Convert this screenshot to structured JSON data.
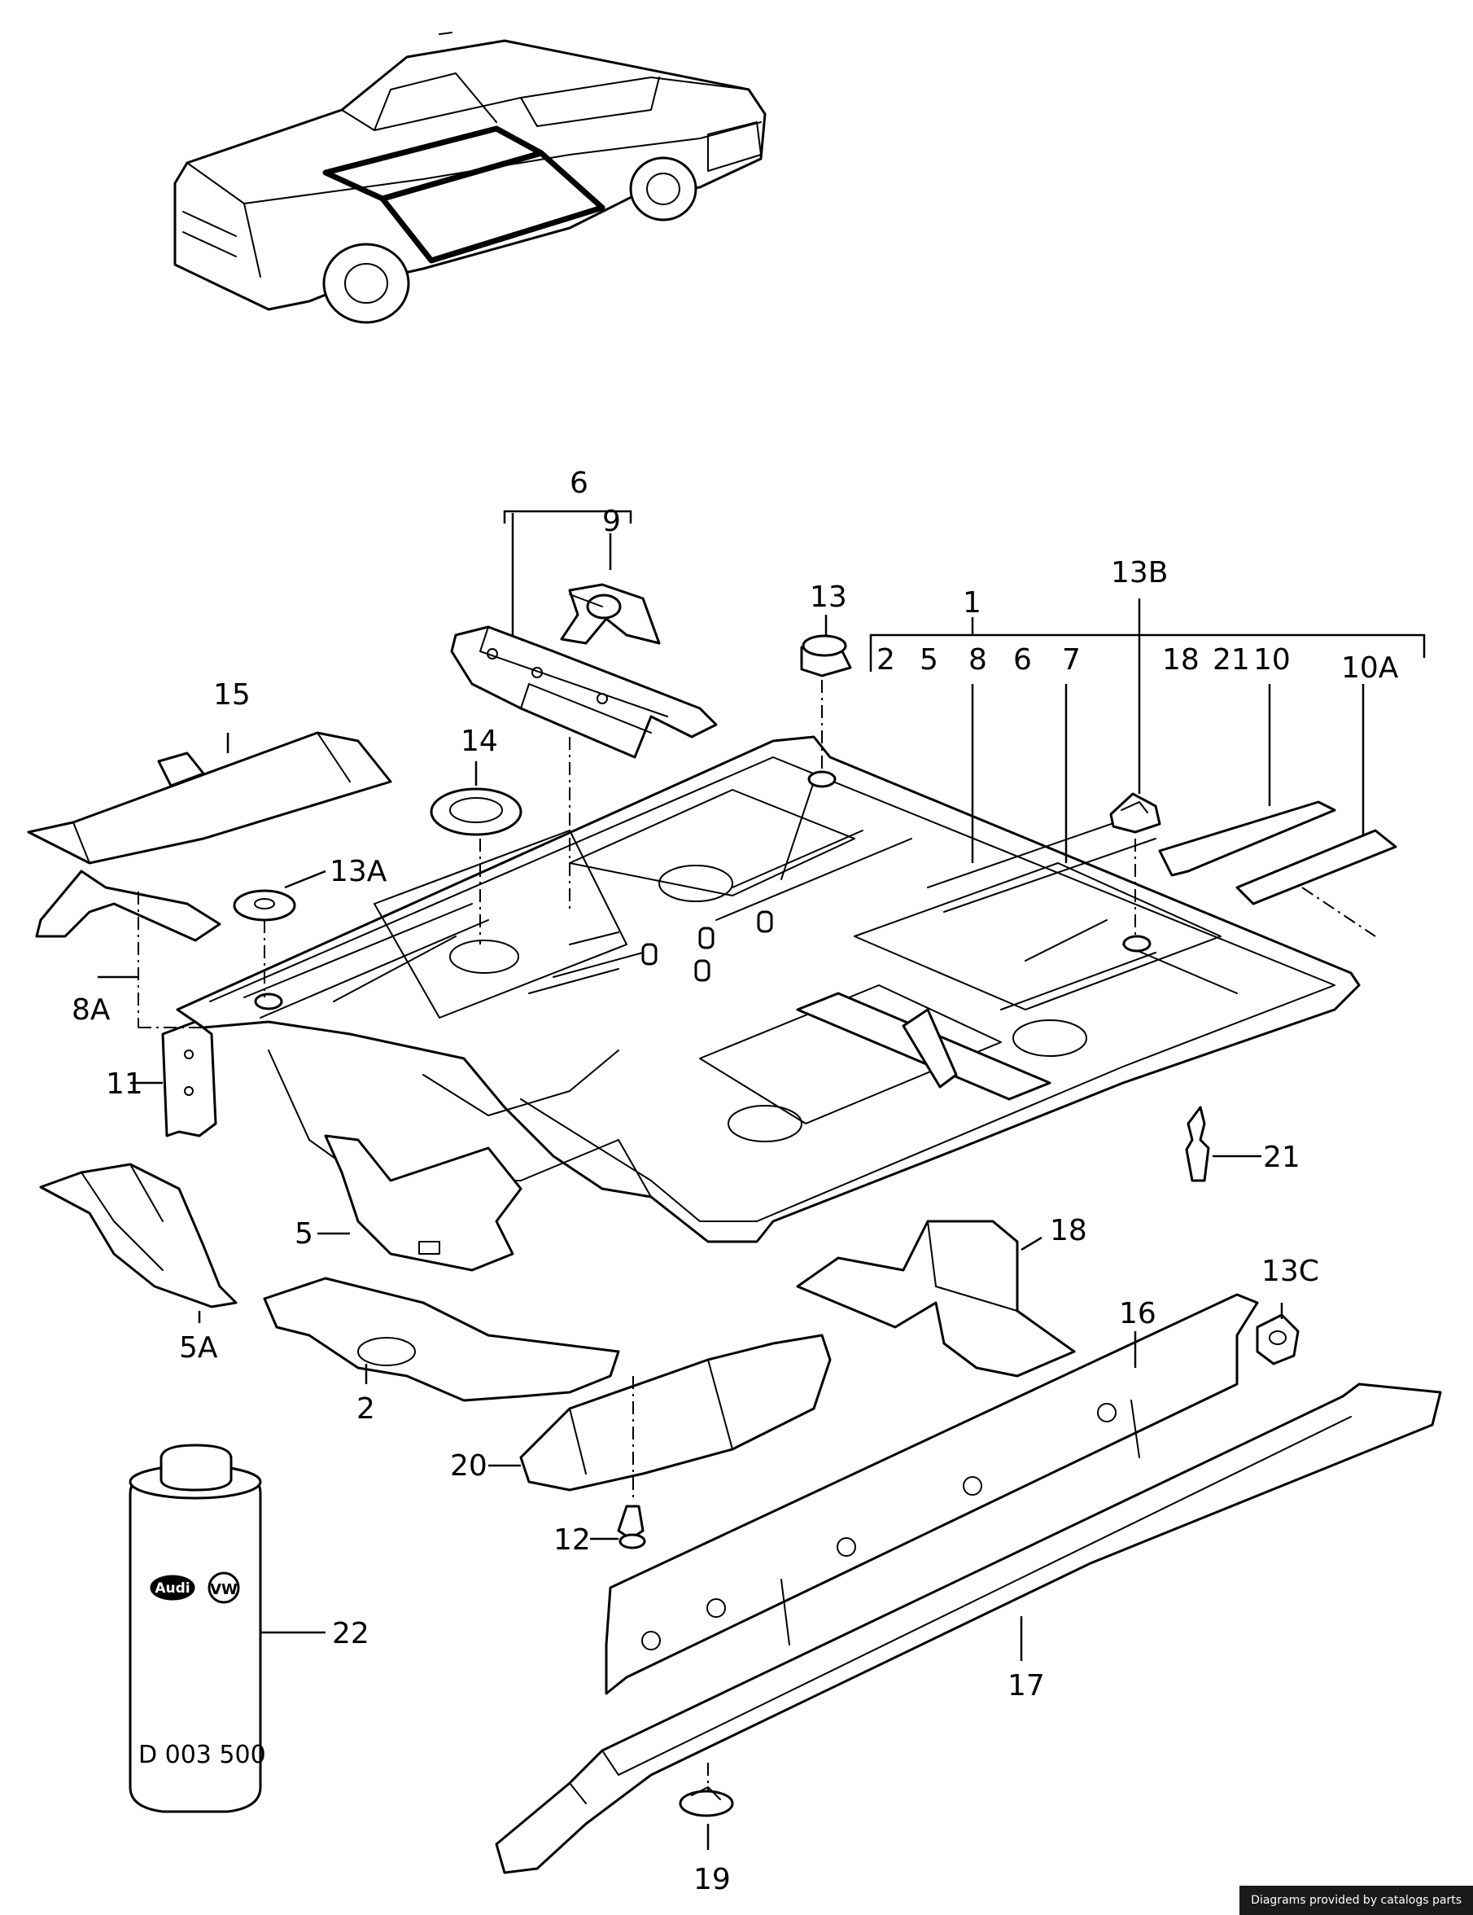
{
  "diagram": {
    "labels": {
      "p1": "1",
      "p2": "2",
      "p5": "5",
      "p5a": "5A",
      "p6": "6",
      "p8a": "8A",
      "p9": "9",
      "p11": "11",
      "p12": "12",
      "p13": "13",
      "p13a": "13A",
      "p13b": "13B",
      "p13c": "13C",
      "p14": "14",
      "p15": "15",
      "p16": "16",
      "p17": "17",
      "p18": "18",
      "p19": "19",
      "p20": "20",
      "p21": "21",
      "p22": "22"
    },
    "group1_items": [
      "2",
      "5",
      "8",
      "6",
      "7",
      "18",
      "21",
      "10",
      "10A"
    ],
    "can": {
      "code": "D 003 500",
      "logo_audi": "Audi",
      "logo_vw": "VW"
    }
  },
  "footer": {
    "credit": "Diagrams provided by catalogs parts"
  }
}
